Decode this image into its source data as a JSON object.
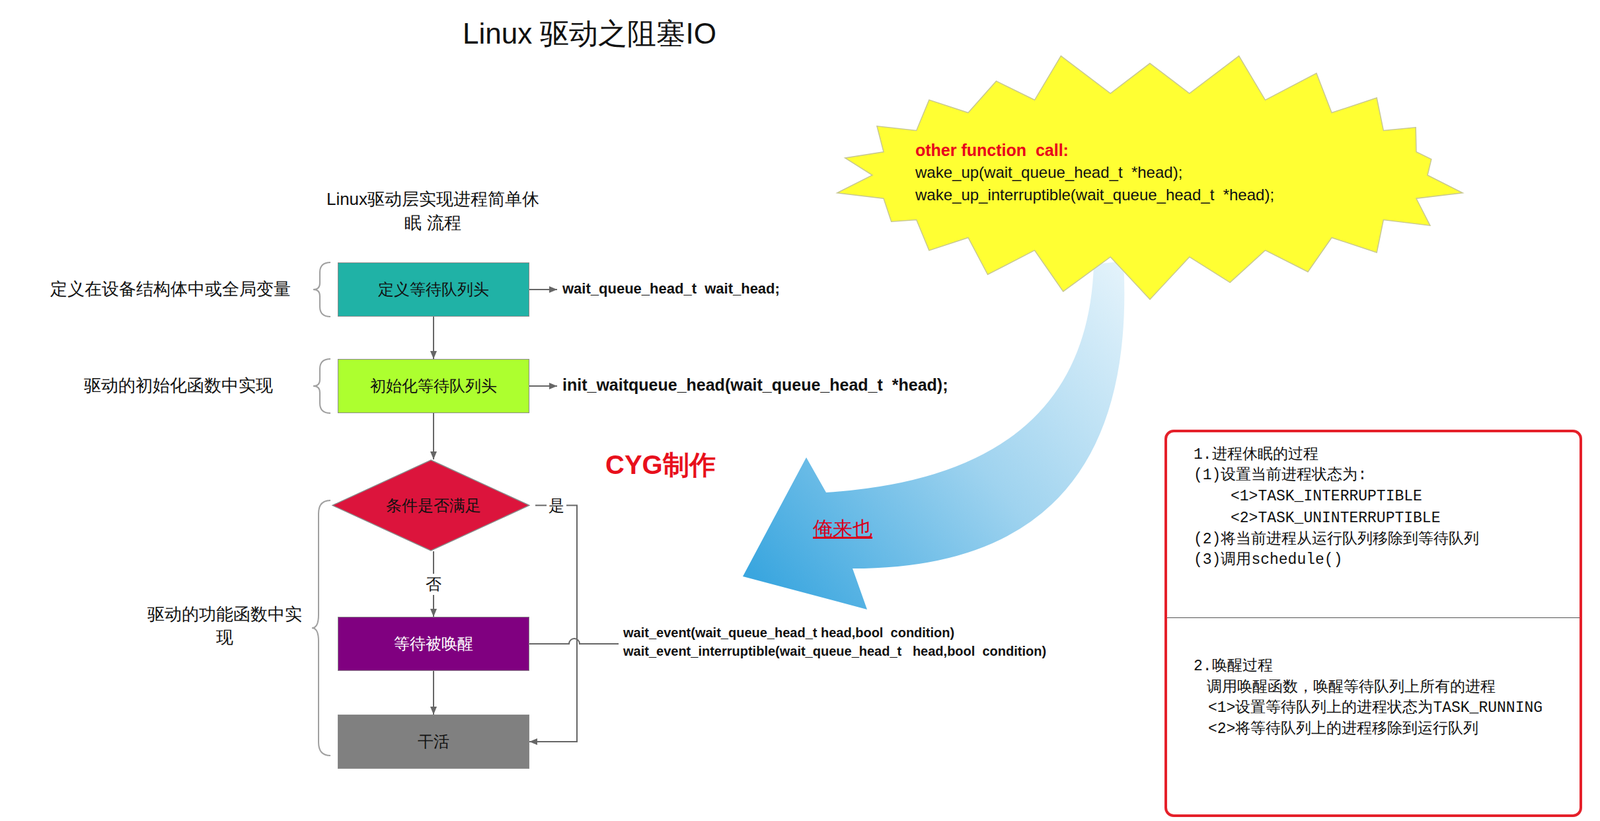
{
  "diagram": {
    "title": "Linux 驱动之阻塞IO",
    "nodes": [
      {
        "text": [
          "定义等待队列头"
        ]
      },
      {
        "text": [
          "初始化等待队列头"
        ]
      },
      {
        "text": [
          "条件是否满足"
        ]
      },
      {
        "text": [
          "等待被唤醒"
        ]
      },
      {
        "text": [
          "干活"
        ]
      },
      {
        "text": [
          "other function  call:",
          "wake_up(wait_queue_head_t  *head);",
          "wake_up_interruptible(wait_queue_head_t  *head);"
        ]
      },
      {
        "text": [
          "1.进程休眠的过程",
          "(1)设置当前进程状态为:",
          "<1>TASK_INTERRUPTIBLE",
          "<2>TASK_UNINTERRUPTIBLE",
          "(2)将当前进程从运行队列移除到等待队列",
          "(3)调用schedule()",
          "2.唤醒过程",
          "调用唤醒函数，唤醒等待队列上所有的进程",
          "<1>设置等待队列上的进程状态为TASK_RUNNING",
          "<2>将等待队列上的进程移除到运行队列"
        ]
      }
    ],
    "edges": [
      {
        "from": 0,
        "to": 1,
        "arrow": "to"
      },
      {
        "from": 1,
        "to": 2,
        "arrow": "to"
      },
      {
        "from": 2,
        "to": 3,
        "label": "否",
        "arrow": "to"
      },
      {
        "from": 3,
        "to": 4,
        "arrow": "to"
      },
      {
        "from": 2,
        "to": 4,
        "label": "是",
        "arrow": "to"
      }
    ],
    "labels": [
      "Linux驱动层实现进程简单休眠 流程",
      "定义在设备结构体中或全局变量",
      "驱动的初始化函数中实现",
      "驱动的功能函数中实 现",
      "wait_queue_head_t  wait_head;",
      "init_waitqueue_head(wait_queue_head_t  *head);",
      "wait_event(wait_queue_head_t head,bool  condition)",
      "wait_event_interruptible(wait_queue_head_t   head,bool  condition)",
      "CYG制作",
      "俺来也"
    ]
  }
}
